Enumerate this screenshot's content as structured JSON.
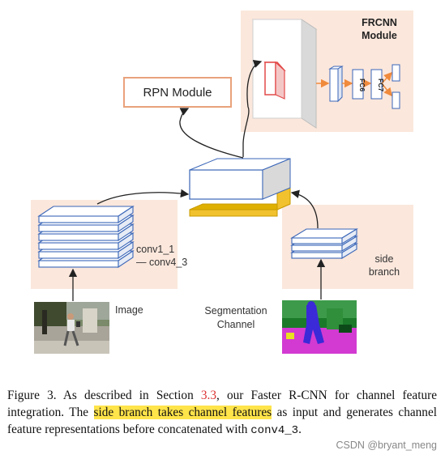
{
  "diagram": {
    "rpn_module": "RPN Module",
    "frcnn_module": [
      "FRCNN",
      "Module"
    ],
    "fc_labels": [
      "FC6",
      "FC7"
    ],
    "conv_label": [
      "conv1_1",
      "— conv4_3"
    ],
    "side_branch_label": [
      "side",
      "branch"
    ],
    "image_label": "Image",
    "segmentation_label": [
      "Segmentation",
      "Channel"
    ]
  },
  "caption": {
    "prefix": "Figure 3. As described in Section ",
    "section_ref": "3.3",
    "middle": ", our Faster R-CNN for channel feature integration. The ",
    "highlight": "side branch takes channel features",
    "suffix": " as input and generates channel feature representations before concatenated with ",
    "code": "conv4_3",
    "end": "."
  },
  "watermark": "CSDN @bryant_meng",
  "colors": {
    "region_background": "#fbe7dc",
    "rpn_border": "#e9a27b",
    "arrow_orange": "#f08a3c",
    "feature_border": "#3a66b8",
    "concat_yellow": "#f2c12e",
    "highlight": "#ffe44a"
  }
}
